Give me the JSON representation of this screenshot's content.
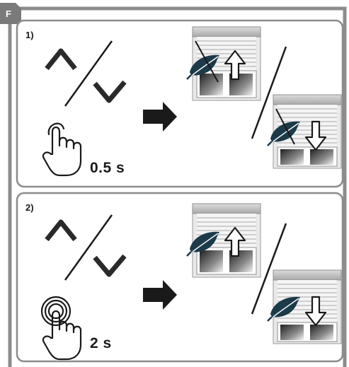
{
  "figure": {
    "tag": "F"
  },
  "panels": [
    {
      "step": "1)",
      "duration": "0.5 s",
      "touch": "single-tap-hand-icon"
    },
    {
      "step": "2)",
      "duration": "2 s",
      "touch": "long-press-hand-icon"
    }
  ],
  "icons": [
    "chevron-up-icon",
    "chevron-down-icon",
    "arrow-right-icon",
    "shutter-up-icon",
    "shutter-down-icon",
    "feather-icon"
  ],
  "colors": {
    "frame": "#8c8c8c",
    "tab": "#7a7a7a",
    "ink": "#1a1a1a"
  }
}
